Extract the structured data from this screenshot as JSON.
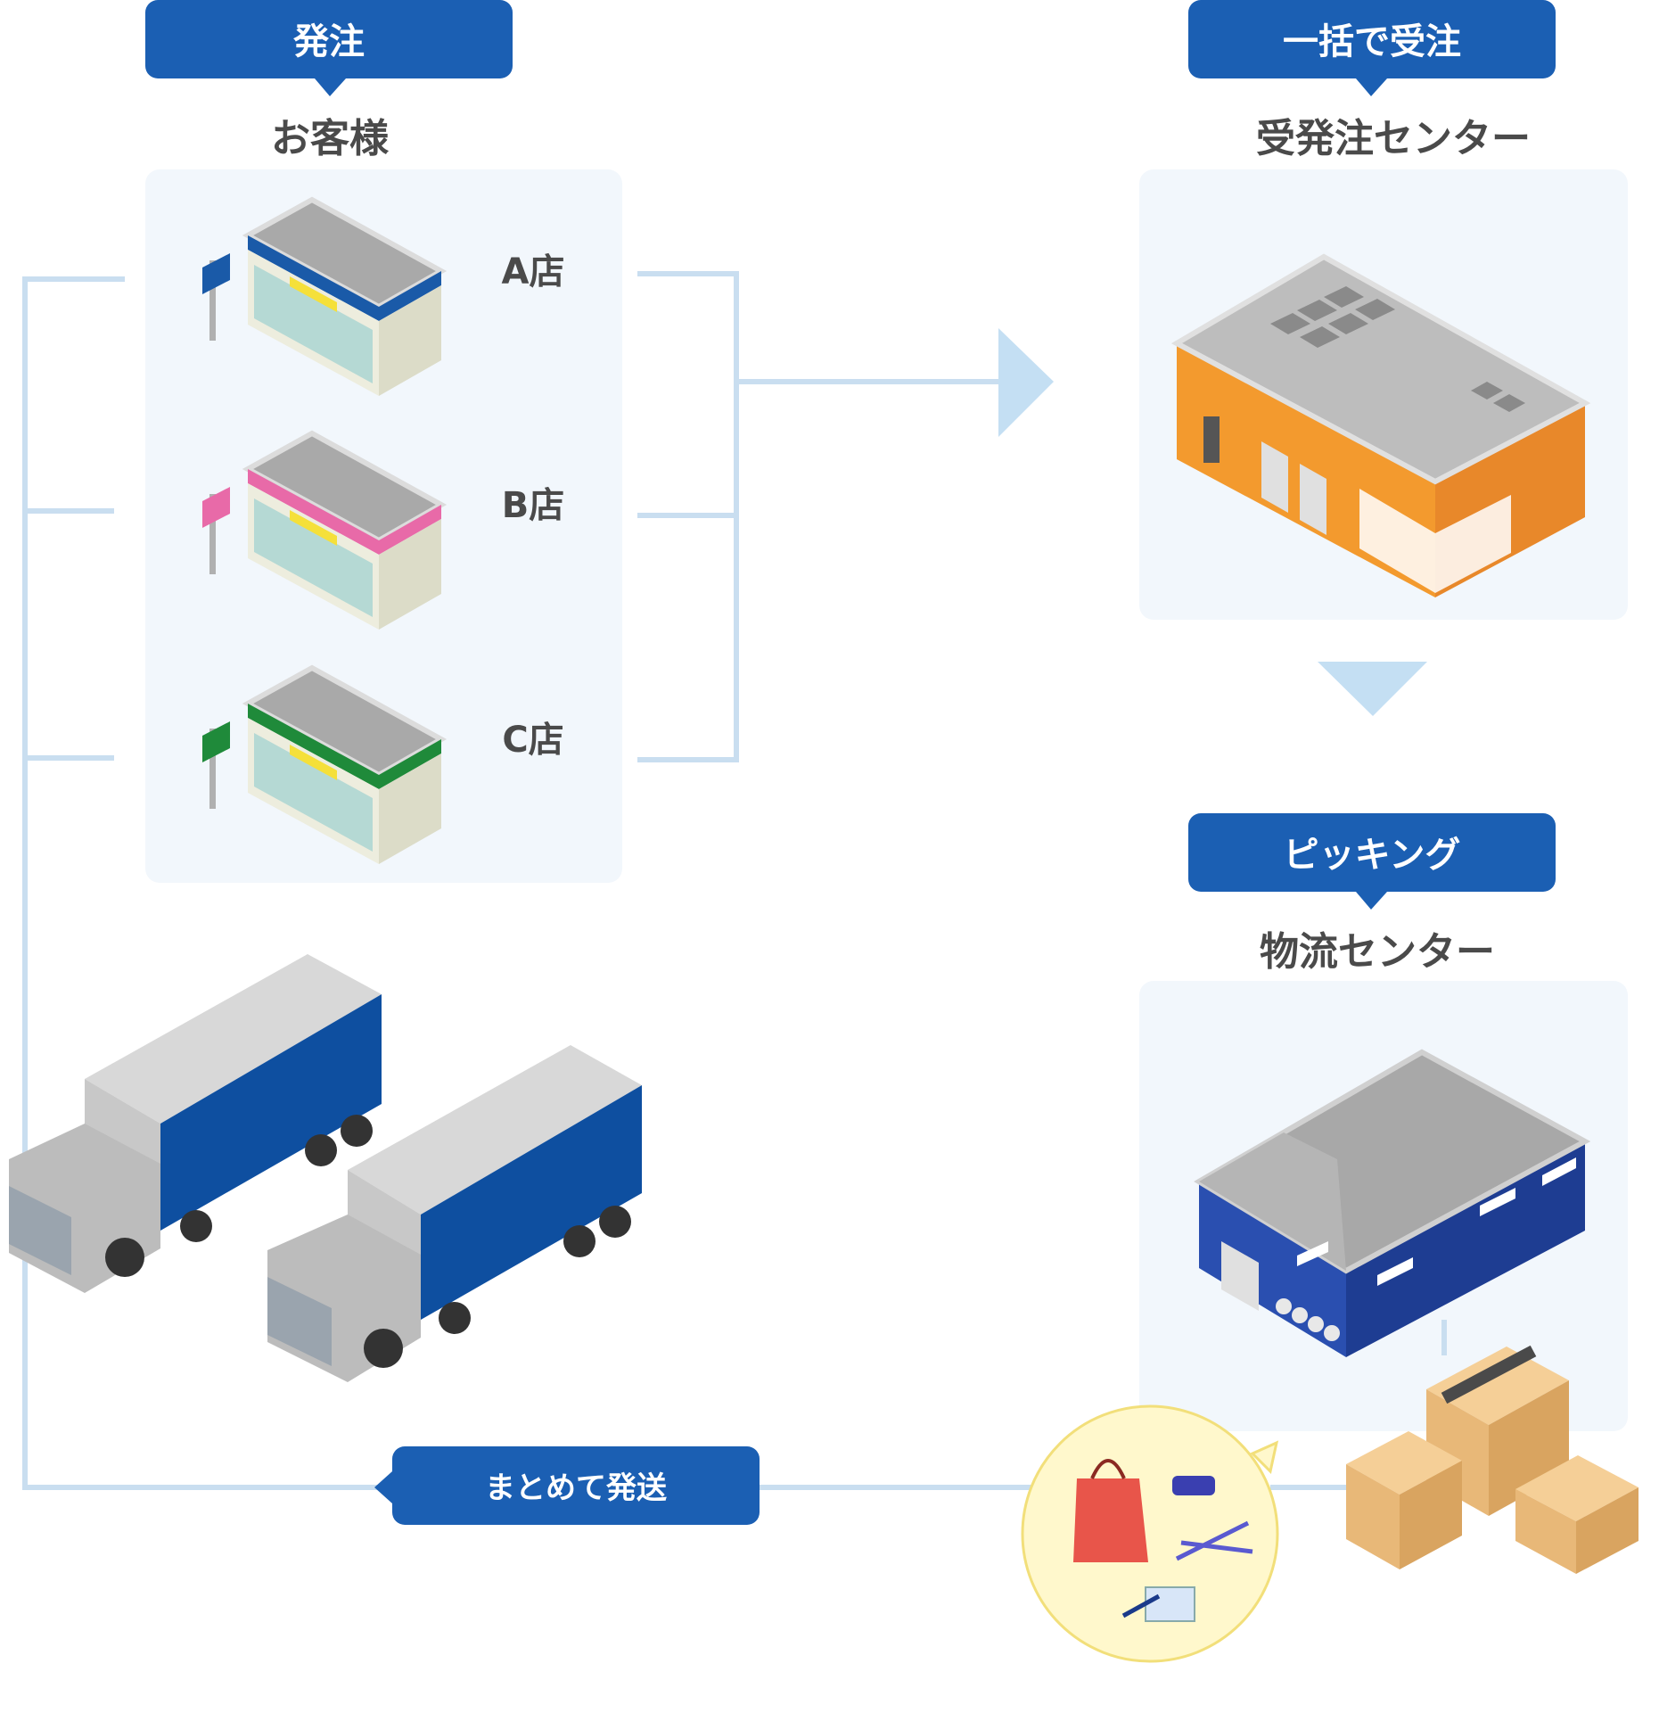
{
  "order": {
    "badge": "発注",
    "heading": "お客様"
  },
  "stores": [
    {
      "label": "A店",
      "color": "#1a5aa8"
    },
    {
      "label": "B店",
      "color": "#e86aa8"
    },
    {
      "label": "C店",
      "color": "#1f8a3a"
    }
  ],
  "receiving": {
    "badge": "一括で受注",
    "heading": "受発注センター"
  },
  "picking": {
    "badge": "ピッキング",
    "heading": "物流センター"
  },
  "shipping": {
    "badge": "まとめて発送"
  },
  "colors": {
    "badge": "#1b5fb3",
    "panel": "#f2f7fc",
    "line": "#c9def0",
    "arrow": "#c4dff3",
    "text": "#4a4a4a",
    "store_walls": "#ededde",
    "warehouse_orange": "#f39a2e",
    "warehouse_blue": "#1f3f99",
    "truck_blue": "#0e4fa0",
    "box": "#e8b878",
    "items_circle": "#fff8cc"
  },
  "icons": [
    "convenience-store-icon",
    "warehouse-icon",
    "factory-icon",
    "truck-icon",
    "cardboard-box-icon",
    "shopping-bag-icon",
    "stapler-icon",
    "scissors-icon",
    "notepad-icon",
    "pen-icon"
  ]
}
